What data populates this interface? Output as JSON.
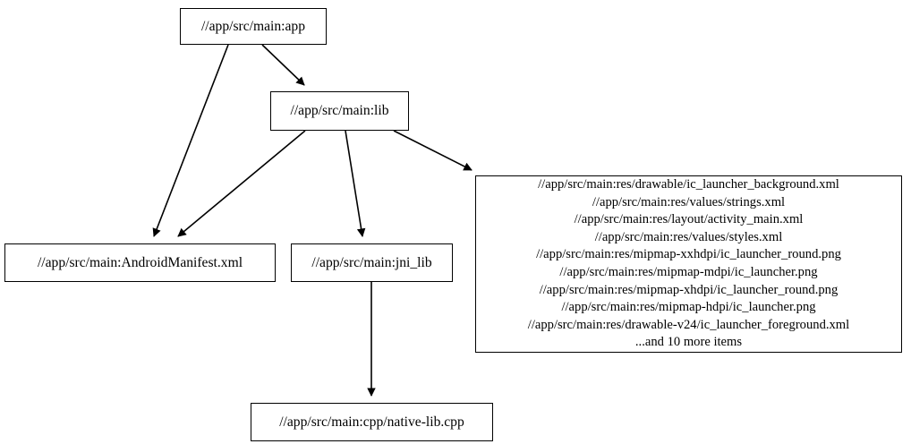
{
  "graph": {
    "type": "directed-dependency-graph",
    "background_color": "#ffffff",
    "line_color": "#000000",
    "nodes": [
      {
        "id": "app",
        "label": "//app/src/main:app"
      },
      {
        "id": "lib",
        "label": "//app/src/main:lib"
      },
      {
        "id": "manifest",
        "label": "//app/src/main:AndroidManifest.xml"
      },
      {
        "id": "jni_lib",
        "label": "//app/src/main:jni_lib"
      },
      {
        "id": "native_lib",
        "label": "//app/src/main:cpp/native-lib.cpp"
      },
      {
        "id": "res",
        "label": "//app/src/main:res/drawable/ic_launcher_background.xml\n//app/src/main:res/values/strings.xml\n//app/src/main:res/layout/activity_main.xml\n//app/src/main:res/values/styles.xml\n//app/src/main:res/mipmap-xxhdpi/ic_launcher_round.png\n//app/src/main:res/mipmap-mdpi/ic_launcher.png\n//app/src/main:res/mipmap-xhdpi/ic_launcher_round.png\n//app/src/main:res/mipmap-hdpi/ic_launcher.png\n//app/src/main:res/drawable-v24/ic_launcher_foreground.xml\n...and 10 more items",
        "lines": [
          "//app/src/main:res/drawable/ic_launcher_background.xml",
          "//app/src/main:res/values/strings.xml",
          "//app/src/main:res/layout/activity_main.xml",
          "//app/src/main:res/values/styles.xml",
          "//app/src/main:res/mipmap-xxhdpi/ic_launcher_round.png",
          "//app/src/main:res/mipmap-mdpi/ic_launcher.png",
          "//app/src/main:res/mipmap-xhdpi/ic_launcher_round.png",
          "//app/src/main:res/mipmap-hdpi/ic_launcher.png",
          "//app/src/main:res/drawable-v24/ic_launcher_foreground.xml",
          "...and 10 more items"
        ]
      }
    ],
    "edges": [
      {
        "from": "app",
        "to": "lib"
      },
      {
        "from": "app",
        "to": "manifest"
      },
      {
        "from": "lib",
        "to": "manifest"
      },
      {
        "from": "lib",
        "to": "jni_lib"
      },
      {
        "from": "lib",
        "to": "res"
      },
      {
        "from": "jni_lib",
        "to": "native_lib"
      }
    ]
  }
}
